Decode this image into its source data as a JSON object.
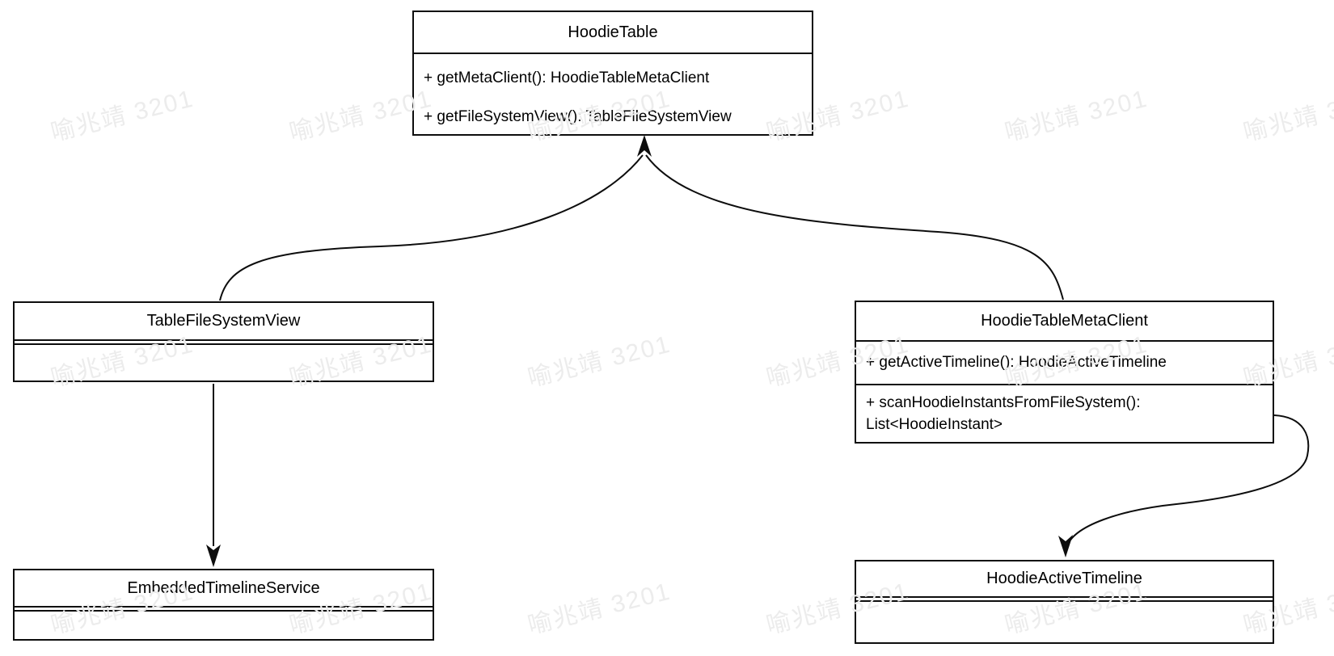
{
  "diagram": {
    "classes": {
      "hoodie_table": {
        "title": "HoodieTable",
        "methods": [
          "+ getMetaClient(): HoodieTableMetaClient",
          "+ getFileSystemView(): TableFileSystemView"
        ]
      },
      "table_file_system_view": {
        "title": "TableFileSystemView",
        "methods": []
      },
      "hoodie_table_meta_client": {
        "title": "HoodieTableMetaClient",
        "methods": [
          "+ getActiveTimeline(): HoodieActiveTimeline",
          "+ scanHoodieInstantsFromFileSystem(): List<HoodieInstant>"
        ]
      },
      "embedded_timeline_service": {
        "title": "EmbeddedTimelineService",
        "methods": []
      },
      "hoodie_active_timeline": {
        "title": "HoodieActiveTimeline",
        "methods": []
      }
    },
    "edges": [
      {
        "type": "arrow",
        "from": "TableFileSystemView",
        "to": "HoodieTable"
      },
      {
        "type": "arrow",
        "from": "HoodieTableMetaClient",
        "to": "HoodieTable"
      },
      {
        "type": "arrow",
        "from": "TableFileSystemView",
        "to": "EmbeddedTimelineService"
      },
      {
        "type": "arrow",
        "from": "HoodieTableMetaClient",
        "to": "HoodieActiveTimeline"
      }
    ],
    "watermark": {
      "text": "喻兆靖 3201",
      "color": "#ececec"
    },
    "colors": {
      "stroke": "#0d0d0d",
      "background": "#ffffff"
    }
  }
}
